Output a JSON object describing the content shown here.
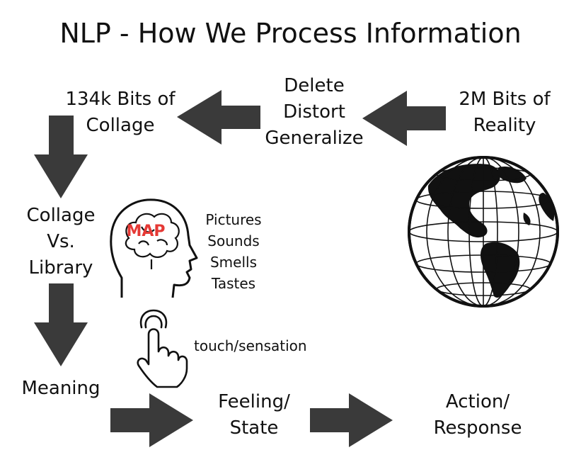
{
  "title": "NLP - How We Process Information",
  "nodes": {
    "reality": [
      "2M Bits of",
      "Reality"
    ],
    "filters": [
      "Delete",
      "Distort",
      "Generalize"
    ],
    "collage_bits": [
      "134k Bits of",
      "Collage"
    ],
    "collage_library": [
      "Collage",
      "Vs.",
      "Library"
    ],
    "meaning": [
      "Meaning"
    ],
    "feeling": [
      "Feeling/",
      "State"
    ],
    "action": [
      "Action/",
      "Response"
    ]
  },
  "senses": [
    "Pictures",
    "Sounds",
    "Smells",
    "Tastes"
  ],
  "touch": "touch/sensation",
  "brain_label": "MAP",
  "colors": {
    "arrow": "#3a3a3a",
    "text": "#111111",
    "map_label": "#e53935"
  },
  "icons": [
    "head-brain-icon",
    "hand-pointer-icon",
    "globe-icon"
  ]
}
